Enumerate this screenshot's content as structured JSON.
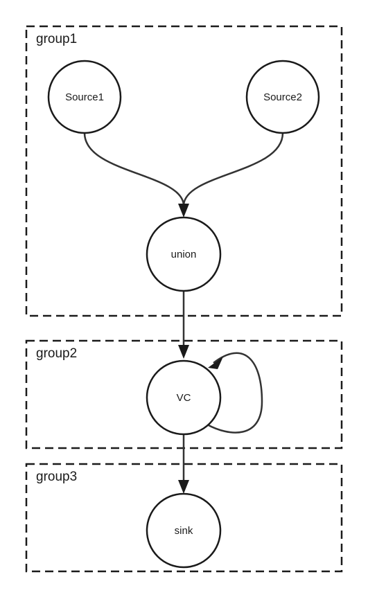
{
  "groups": [
    {
      "id": "group1",
      "label": "group1"
    },
    {
      "id": "group2",
      "label": "group2"
    },
    {
      "id": "group3",
      "label": "group3"
    }
  ],
  "nodes": [
    {
      "id": "source1",
      "label": "Source1",
      "group": "group1"
    },
    {
      "id": "source2",
      "label": "Source2",
      "group": "group1"
    },
    {
      "id": "union",
      "label": "union",
      "group": "group1"
    },
    {
      "id": "vc",
      "label": "VC",
      "group": "group2"
    },
    {
      "id": "sink",
      "label": "sink",
      "group": "group3"
    }
  ],
  "edges": [
    {
      "from": "source1",
      "to": "union"
    },
    {
      "from": "source2",
      "to": "union"
    },
    {
      "from": "union",
      "to": "vc"
    },
    {
      "from": "vc",
      "to": "vc"
    },
    {
      "from": "vc",
      "to": "sink"
    }
  ],
  "colors": {
    "stroke": "#1a1a1a",
    "edge": "#333333",
    "background": "#ffffff"
  }
}
